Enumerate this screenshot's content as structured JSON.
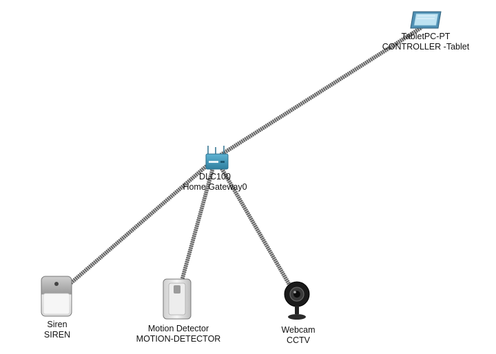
{
  "devices": {
    "tablet": {
      "model": "TabletPC-PT",
      "name": "CONTROLLER -Tablet"
    },
    "gateway": {
      "model": "DLC100",
      "name": "Home Gateway0"
    },
    "siren": {
      "model": "Siren",
      "name": "SIREN"
    },
    "motion": {
      "model": "Motion Detector",
      "name": "MOTION-DETECTOR"
    },
    "webcam": {
      "model": "Webcam",
      "name": "CCTV"
    }
  },
  "links": [
    {
      "from": "gateway",
      "to": "tablet",
      "type": "wireless"
    },
    {
      "from": "gateway",
      "to": "siren",
      "type": "wireless"
    },
    {
      "from": "gateway",
      "to": "motion",
      "type": "wireless"
    },
    {
      "from": "gateway",
      "to": "webcam",
      "type": "wireless"
    }
  ],
  "colors": {
    "link": "#555555",
    "gateway": "#3a8fb2",
    "tablet": "#6aa7c7"
  }
}
